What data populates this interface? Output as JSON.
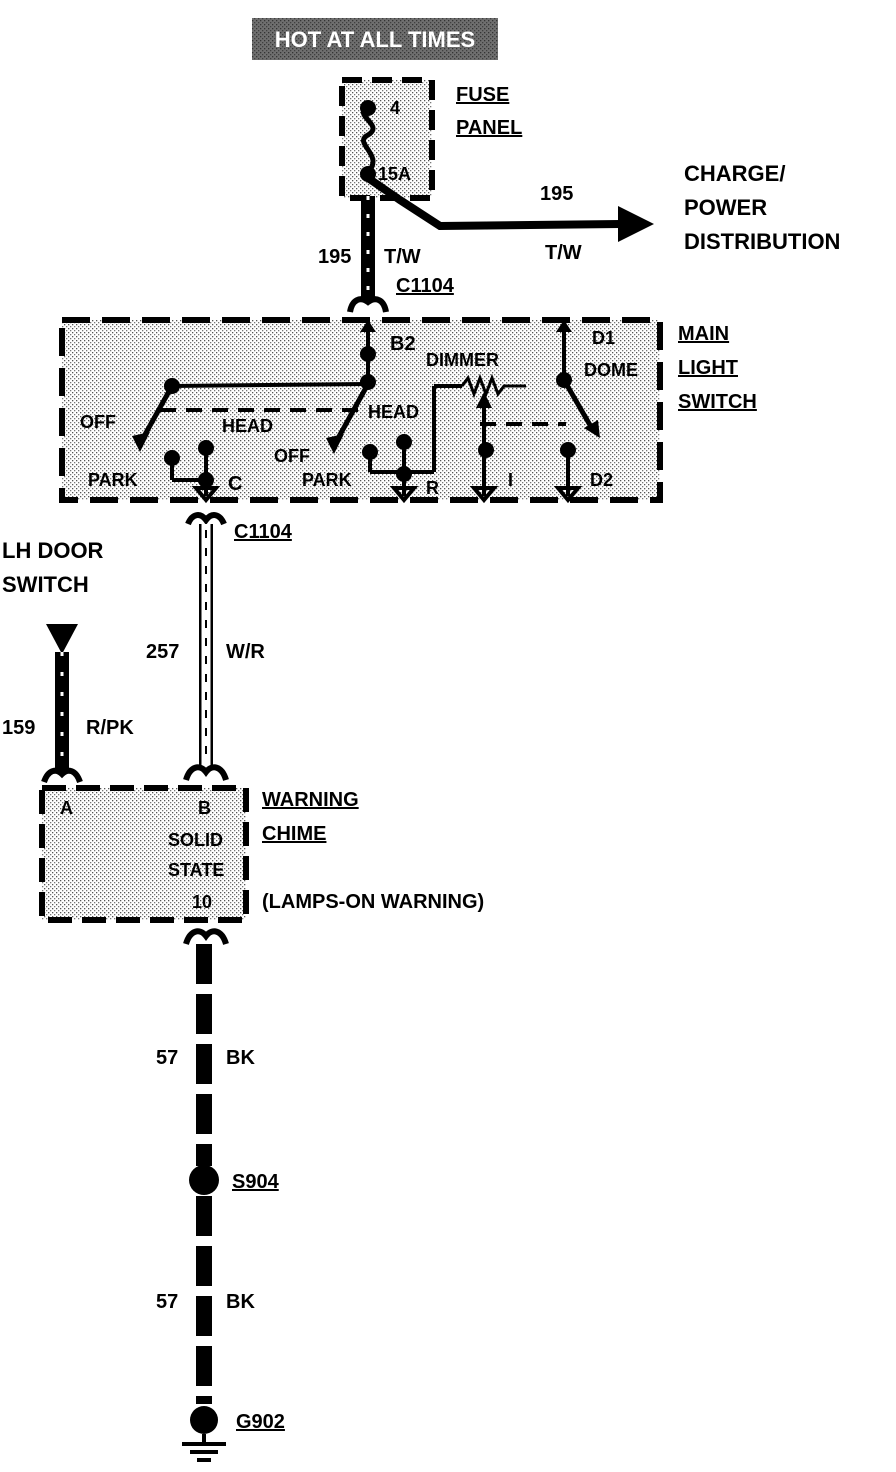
{
  "header": {
    "hot_label": "HOT AT ALL TIMES"
  },
  "fuse_panel": {
    "line1": "FUSE",
    "line2": "PANEL",
    "fuse_number": "4",
    "fuse_rating": "15A"
  },
  "charge_power": {
    "line1": "CHARGE/",
    "line2": "POWER",
    "line3": "DISTRIBUTION",
    "circuit": "195",
    "color": "T/W"
  },
  "fuse_to_switch_wire": {
    "circuit": "195",
    "color": "T/W",
    "connector": "C1104"
  },
  "main_light_switch": {
    "line1": "MAIN",
    "line2": "LIGHT",
    "line3": "SWITCH",
    "b2": "B2",
    "d1": "D1",
    "dome": "DOME",
    "dimmer": "DIMMER",
    "d2": "D2",
    "head_left": "HEAD",
    "off_left": "OFF",
    "park_left": "PARK",
    "c": "C",
    "head_mid": "HEAD",
    "off_mid": "OFF",
    "park_mid": "PARK",
    "r": "R",
    "i": "I"
  },
  "switch_to_chime_wire": {
    "connector": "C1104",
    "circuit": "257",
    "color": "W/R"
  },
  "lh_door_switch": {
    "line1": "LH DOOR",
    "line2": "SWITCH",
    "circuit": "159",
    "color": "R/PK"
  },
  "warning_chime": {
    "line1": "WARNING",
    "line2": "CHIME",
    "note": "(LAMPS-ON WARNING)",
    "pin_a": "A",
    "pin_b": "B",
    "solid": "SOLID",
    "state": "STATE",
    "pin_10": "10"
  },
  "ground_wire_upper": {
    "circuit": "57",
    "color": "BK"
  },
  "splice": {
    "label": "S904"
  },
  "ground_wire_lower": {
    "circuit": "57",
    "color": "BK"
  },
  "ground": {
    "label": "G902"
  }
}
